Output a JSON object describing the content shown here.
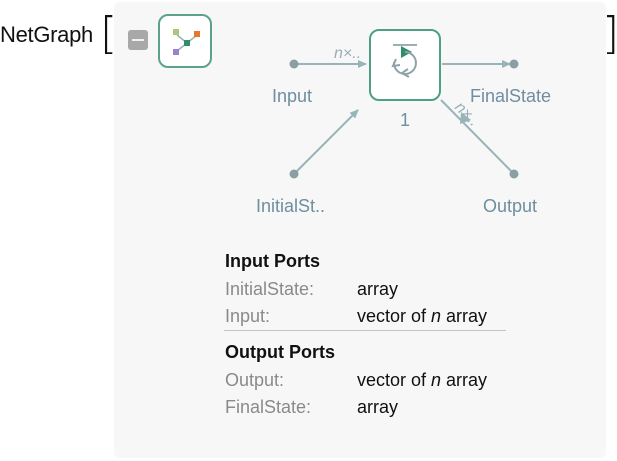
{
  "head": "NetGraph",
  "bracket_open": "[",
  "bracket_close": "]",
  "graph": {
    "node_index": "1",
    "edge_label_in": "n×..",
    "edge_label_out": "n×..",
    "nodes": {
      "input": "Input",
      "initial_state": "InitialSt..",
      "final_state": "FinalState",
      "output": "Output"
    }
  },
  "input_ports": {
    "title": "Input Ports",
    "rows": [
      {
        "name": "InitialState:",
        "type_pre": "array",
        "type_var": "",
        "type_post": ""
      },
      {
        "name": "Input:",
        "type_pre": "vector of ",
        "type_var": "n",
        "type_post": " array"
      }
    ]
  },
  "output_ports": {
    "title": "Output Ports",
    "rows": [
      {
        "name": "Output:",
        "type_pre": "vector of ",
        "type_var": "n",
        "type_post": " array"
      },
      {
        "name": "FinalState:",
        "type_pre": "array",
        "type_var": "",
        "type_post": ""
      }
    ]
  },
  "colors": {
    "node_border": "#4fa083",
    "edge": "#97b4b8",
    "label": "#6f8ea0",
    "panel_bg": "#f7f7f7"
  }
}
